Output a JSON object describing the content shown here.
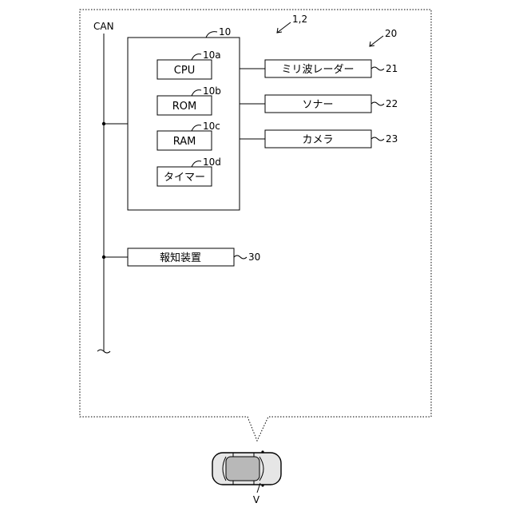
{
  "system_ref": "1,2",
  "outline_ref": "20",
  "bus_label": "CAN",
  "controller": {
    "ref": "10",
    "parts": [
      {
        "label": "CPU",
        "ref": "10a"
      },
      {
        "label": "ROM",
        "ref": "10b"
      },
      {
        "label": "RAM",
        "ref": "10c"
      },
      {
        "label": "タイマー",
        "ref": "10d"
      }
    ]
  },
  "sensors": [
    {
      "label": "ミリ波レーダー",
      "ref": "21"
    },
    {
      "label": "ソナー",
      "ref": "22"
    },
    {
      "label": "カメラ",
      "ref": "23"
    }
  ],
  "notifier": {
    "label": "報知装置",
    "ref": "30"
  },
  "vehicle_ref": "V"
}
